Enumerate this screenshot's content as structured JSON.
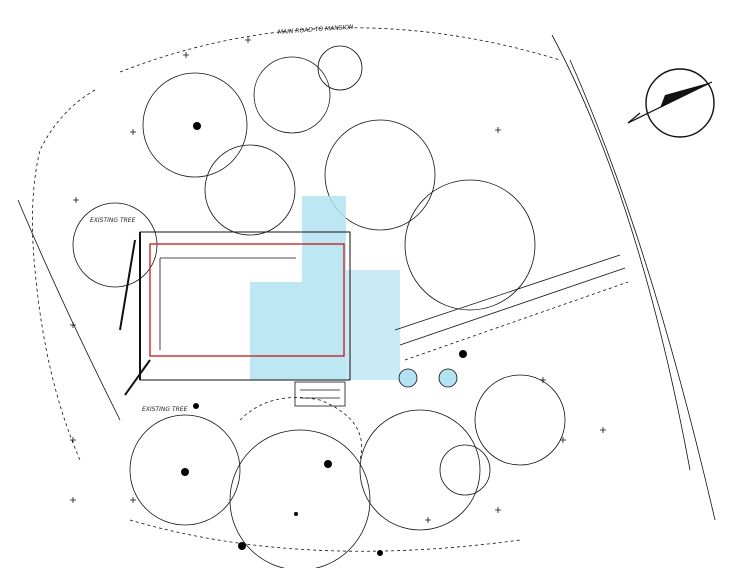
{
  "plan": {
    "road_label": "MAIN ROAD TO MANSION",
    "top_labels": [
      "EXISTING TREE",
      "EXISTING TREE"
    ],
    "colors": {
      "ink": "#111111",
      "overlay": "#b3e3f2",
      "outline": "#c42a2a"
    },
    "icons": [
      "north-arrow-icon"
    ]
  }
}
